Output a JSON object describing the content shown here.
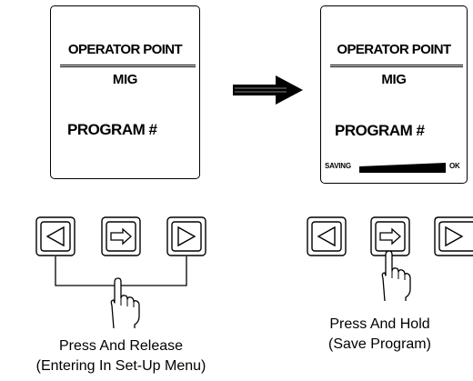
{
  "colors": {
    "ink": "#000000",
    "background": "#ffffff",
    "saving_bar": "#000000"
  },
  "left_display": {
    "title": "OPERATOR POINT",
    "mode": "MIG",
    "program": "PROGRAM #"
  },
  "right_display": {
    "title": "OPERATOR POINT",
    "mode": "MIG",
    "program": "PROGRAM #",
    "saving_label": "SAVING",
    "ok_label": "OK"
  },
  "arrow_icon": "right-arrow-icon",
  "left_keypad": {
    "keys": [
      {
        "icon": "left-triangle-icon"
      },
      {
        "icon": "enter-arrow-icon"
      },
      {
        "icon": "right-triangle-icon"
      }
    ],
    "hand_icon": "pointing-hand-icon",
    "caption_line1": "Press And Release",
    "caption_line2": "(Entering In Set-Up Menu)"
  },
  "right_keypad": {
    "keys": [
      {
        "icon": "left-triangle-icon"
      },
      {
        "icon": "enter-arrow-icon"
      },
      {
        "icon": "right-triangle-icon"
      }
    ],
    "hand_icon": "pointing-hand-icon",
    "caption_line1": "Press And Hold",
    "caption_line2": "(Save Program)"
  }
}
